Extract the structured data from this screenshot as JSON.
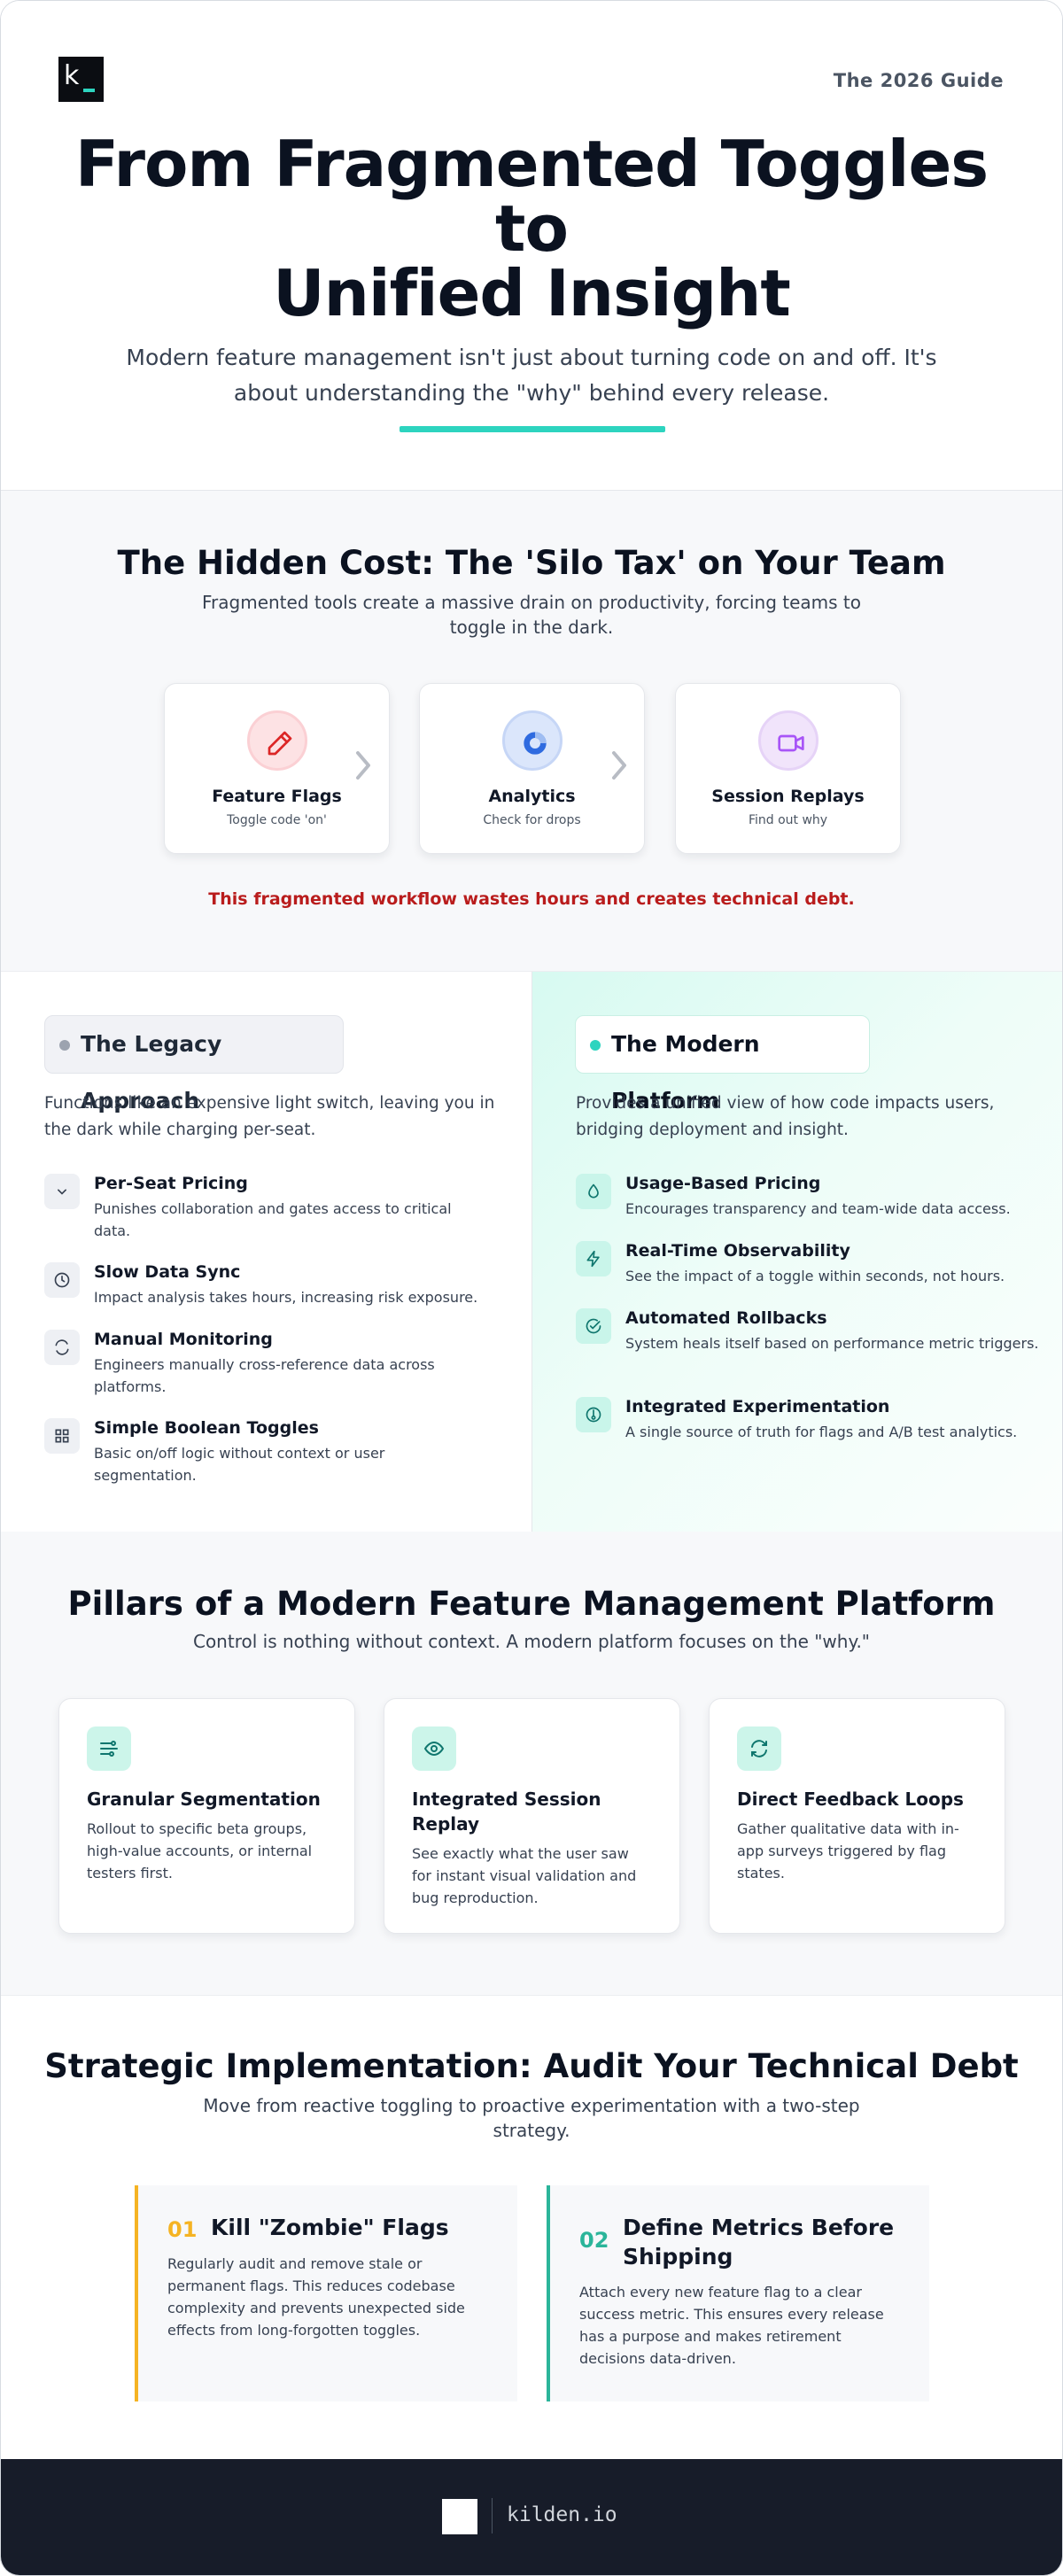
{
  "brand": {
    "logo_text": "k",
    "footer_domain": "kilden.io",
    "accent": "#2dd4bf"
  },
  "hero": {
    "guide_label": "The 2026 Guide",
    "title_lines": [
      "From Fragmented Toggles",
      "to",
      "Unified Insight"
    ],
    "subtitle": "Modern feature management isn't just about turning code on and off. It's about understanding the \"why\" behind every release."
  },
  "cost": {
    "title": "The Hidden Cost: The 'Silo Tax' on Your Team",
    "subtitle": "Fragmented tools create a massive drain on productivity, forcing teams to toggle in the dark.",
    "tools": [
      {
        "name": "Feature Flags",
        "desc": "Toggle code 'on'",
        "icon": "pencil-icon"
      },
      {
        "name": "Analytics",
        "desc": "Check for drops",
        "icon": "chart-ring-icon"
      },
      {
        "name": "Session Replays",
        "desc": "Find out why",
        "icon": "video-icon"
      }
    ],
    "warning": "This fragmented workflow wastes hours and creates technical debt."
  },
  "legacy": {
    "label": "The Legacy Approach",
    "intro": "Functions like an expensive light switch, leaving you in the dark while charging per-seat.",
    "items": [
      {
        "title": "Per-Seat Pricing",
        "desc": "Punishes collaboration and gates access to critical data.",
        "icon": "chevron-down-icon"
      },
      {
        "title": "Slow Data Sync",
        "desc": "Impact analysis takes hours, increasing risk exposure.",
        "icon": "clock-icon"
      },
      {
        "title": "Manual Monitoring",
        "desc": "Engineers manually cross-reference data across platforms.",
        "icon": "refresh-icon"
      },
      {
        "title": "Simple Boolean Toggles",
        "desc": "Basic on/off logic without context or user segmentation.",
        "icon": "grid-icon"
      }
    ]
  },
  "modern": {
    "label": "The Modern Platform",
    "intro": "Provides a unified view of how code impacts users, bridging deployment and insight.",
    "items": [
      {
        "title": "Usage-Based Pricing",
        "desc": "Encourages transparency and team-wide data access.",
        "icon": "droplet-icon"
      },
      {
        "title": "Real-Time Observability",
        "desc": "See the impact of a toggle within seconds, not hours.",
        "icon": "bolt-icon"
      },
      {
        "title": "Automated Rollbacks",
        "desc": "System heals itself based on performance metric triggers.",
        "icon": "check-circle-icon"
      },
      {
        "title": "Integrated Experimentation",
        "desc": "A single source of truth for flags and A/B test analytics.",
        "icon": "flask-icon"
      }
    ]
  },
  "pillars": {
    "title": "Pillars of a Modern Feature Management Platform",
    "subtitle": "Control is nothing without context. A modern platform focuses on the \"why.\"",
    "cards": [
      {
        "title": "Granular Segmentation",
        "desc": "Rollout to specific beta groups, high-value accounts, or internal testers first.",
        "icon": "filter-lines-icon"
      },
      {
        "title": "Integrated Session Replay",
        "desc": "See exactly what the user saw for instant visual validation and bug reproduction.",
        "icon": "eye-icon"
      },
      {
        "title": "Direct Feedback Loops",
        "desc": "Gather qualitative data with in-app surveys triggered by flag states.",
        "icon": "refresh-icon"
      }
    ]
  },
  "strategy": {
    "title": "Strategic Implementation: Audit Your Technical Debt",
    "subtitle": "Move from reactive toggling to proactive experimentation with a two-step strategy.",
    "steps": [
      {
        "num": "01",
        "title": "Kill \"Zombie\" Flags",
        "desc": "Regularly audit and remove stale or permanent flags. This reduces codebase complexity and prevents unexpected side effects from long-forgotten toggles.",
        "color": "#f5b323"
      },
      {
        "num": "02",
        "title": "Define Metrics Before Shipping",
        "desc": "Attach every new feature flag to a clear success metric. This ensures every release has a purpose and makes retirement decisions data-driven.",
        "color": "#2bb59a"
      }
    ]
  }
}
